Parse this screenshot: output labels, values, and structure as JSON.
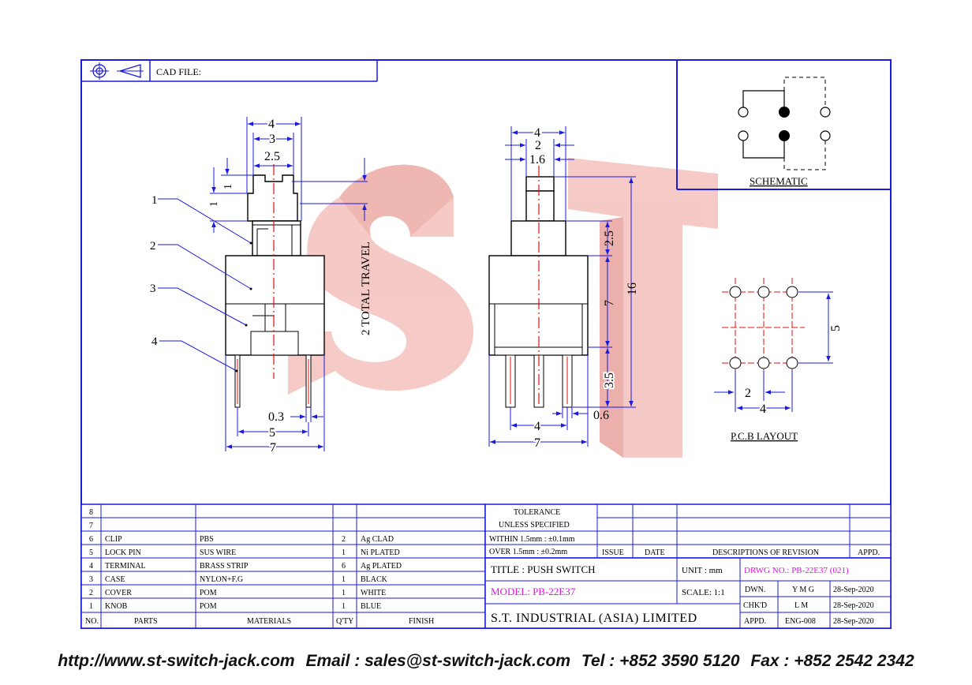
{
  "header": {
    "cad_label": "CAD FILE:"
  },
  "watermark": "ST",
  "side_view": {
    "callouts": [
      "1",
      "2",
      "3",
      "4"
    ],
    "dims": {
      "top_w": "4",
      "mid_w": "3",
      "inner_w": "2.5",
      "h1": "1",
      "h2": "1",
      "travel": "2 TOTAL TRAVEL",
      "pin_w": "0.3",
      "pin_span": "5",
      "body_w": "7"
    }
  },
  "front_view": {
    "dims": {
      "top_w": "4",
      "mid_w": "2",
      "inner_w": "1.6",
      "knob_h": "2.5",
      "body_h": "7",
      "total_h": "16",
      "pin_h": "3.5",
      "pin_span": "4",
      "pin_w": "0.6",
      "body_w": "7"
    }
  },
  "schematic": {
    "label": "SCHEMATIC"
  },
  "pcb": {
    "label": "P.C.B LAYOUT",
    "dim_pitch": "2",
    "dim_span": "4",
    "dim_row": "5"
  },
  "bom": {
    "rows": [
      {
        "no": "8",
        "part": "",
        "material": "",
        "qty": "",
        "finish": ""
      },
      {
        "no": "7",
        "part": "",
        "material": "",
        "qty": "",
        "finish": ""
      },
      {
        "no": "6",
        "part": "CLIP",
        "material": "PBS",
        "qty": "2",
        "finish": "Ag CLAD"
      },
      {
        "no": "5",
        "part": "LOCK PIN",
        "material": "SUS WIRE",
        "qty": "1",
        "finish": "Ni PLATED"
      },
      {
        "no": "4",
        "part": "TERMINAL",
        "material": "BRASS STRIP",
        "qty": "6",
        "finish": "Ag PLATED"
      },
      {
        "no": "3",
        "part": "CASE",
        "material": "NYLON+F.G",
        "qty": "1",
        "finish": "BLACK"
      },
      {
        "no": "2",
        "part": "COVER",
        "material": "POM",
        "qty": "1",
        "finish": "WHITE"
      },
      {
        "no": "1",
        "part": "KNOB",
        "material": "POM",
        "qty": "1",
        "finish": "BLUE"
      }
    ],
    "headers": {
      "no": "NO.",
      "part": "PARTS",
      "material": "MATERIALS",
      "qty": "Q'TY",
      "finish": "FINISH"
    }
  },
  "tolerance": {
    "title": "TOLERANCE",
    "subtitle": "UNLESS   SPECIFIED",
    "within": "WITHIN  1.5mm : ±0.1mm",
    "over": "OVER    1.5mm : ±0.2mm"
  },
  "revision": {
    "issue": "ISSUE",
    "date": "DATE",
    "desc": "DESCRIPTIONS OF REVISION",
    "appd": "APPD."
  },
  "title_block": {
    "title": "TITLE : PUSH SWITCH",
    "unit_label": "UNIT :   mm",
    "drwg_no": "DRWG NO.: PB-22E37 (021)",
    "model": "MODEL: PB-22E37",
    "scale": "SCALE:   1:1",
    "company": "S.T.  INDUSTRIAL  (ASIA)  LIMITED",
    "dwn_label": "DWN.",
    "dwn_name": "Y M G",
    "dwn_date": "28-Sep-2020",
    "chkd_label": "CHK'D",
    "chkd_name": "L M",
    "chkd_date": "28-Sep-2020",
    "appd_label": "APPD.",
    "appd_name": "ENG-008",
    "appd_date": "28-Sep-2020"
  },
  "footer": {
    "url": "http://www.st-switch-jack.com",
    "email": "Email : sales@st-switch-jack.com",
    "tel": "Tel : +852 3590 5120",
    "fax": "Fax : +852 2542 2342"
  },
  "colors": {
    "frame": "#1a1ae0",
    "centerline": "#e01010",
    "magenta": "#e010e0",
    "watermark": "#f2b8b4"
  }
}
